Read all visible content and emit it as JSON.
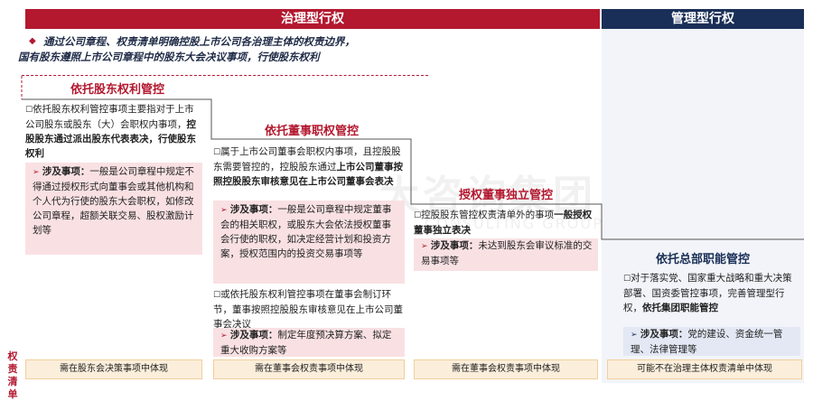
{
  "header": {
    "governance": "治理型行权",
    "management": "管理型行权"
  },
  "intro": {
    "line1": "通过公司章程、权责清单明确控股上市公司各治理主体的权责边界，",
    "line2": "国有股东遵照上市公司章程中的股东大会决议事项，行使股东权利"
  },
  "watermark": {
    "cn": "大咨询集团",
    "en": "CONSULTING GROUP"
  },
  "col1": {
    "title": "依托股东权利管控",
    "para_pre": "依托股东权利管控事项主要指对于上市公司股东或股东（大）会职权内事项，",
    "para_bold": "控股股东通过派出股东代表表决，行使股东权利",
    "sub_label": "涉及事项：",
    "sub_text": "一般是公司章程中规定不得通过授权形式向董事会或其他机构和个人代为行使的股东大会职权，如修改公司章程，超额关联交易、股权激励计划等",
    "footer": "需在股东会决策事项中体现"
  },
  "col2": {
    "title": "依托董事职权管控",
    "para1_pre": "属于上市公司董事会职权内事项，且控股股东需要管控的，控股股东通过",
    "para1_bold": "上市公司董事按照控股股东审核意见在上市公司董事会表决",
    "sub1_label": "涉及事项：",
    "sub1_text": "一般是公司章程中规定董事会的相关职权，或股东大会依法授权董事会行使的职权，如决定经营计划和投资方案，授权范围内的投资交易事项等",
    "para2": "或依托股东权利管控事项在董事会制订环节，董事按照控股股东审核意见在上市公司董事会决议",
    "sub2_label": "涉及事项：",
    "sub2_text": "制定年度预决算方案、拟定重大收购方案等",
    "footer": "需在董事会权责事项中体现"
  },
  "col3": {
    "title": "授权董事独立管控",
    "para_pre": "控股股东管控权责清单外的事项",
    "para_bold": "一般授权董事独立表决",
    "sub_label": "涉及事项：",
    "sub_text": "未达到股东会审议标准的交易事项等",
    "footer": "需在董事会权责事项中体现"
  },
  "col4": {
    "title": "依托总部职能管控",
    "para_pre": "对于落实党、国家重大战略和重大决策部署、国资委管控事项，完善管理型行权，",
    "para_bold": "依托集团职能管控",
    "sub_label": "涉及事项：",
    "sub_text": "党的建设、资金统一管理、法律管理等",
    "footer": "可能不在治理主体权责清单中体现"
  },
  "side_label": "权责清单",
  "icons": {
    "bullet": "diamond-icon",
    "checkbox": "checkbox-icon",
    "arrow": "arrow-icon"
  },
  "colors": {
    "red": "#b3182f",
    "navy": "#1a2f57",
    "pink": "#f9e1e3",
    "footer": "#fbeedb"
  }
}
